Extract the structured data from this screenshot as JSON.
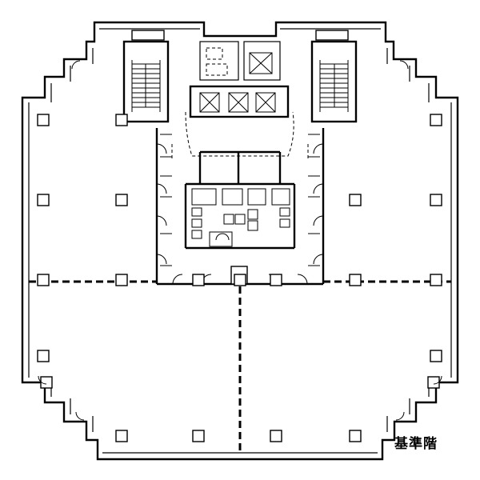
{
  "floor_label": "基準階",
  "colors": {
    "line": "#000000",
    "background": "#ffffff"
  },
  "columns_count": 22,
  "elevators_count": 4
}
